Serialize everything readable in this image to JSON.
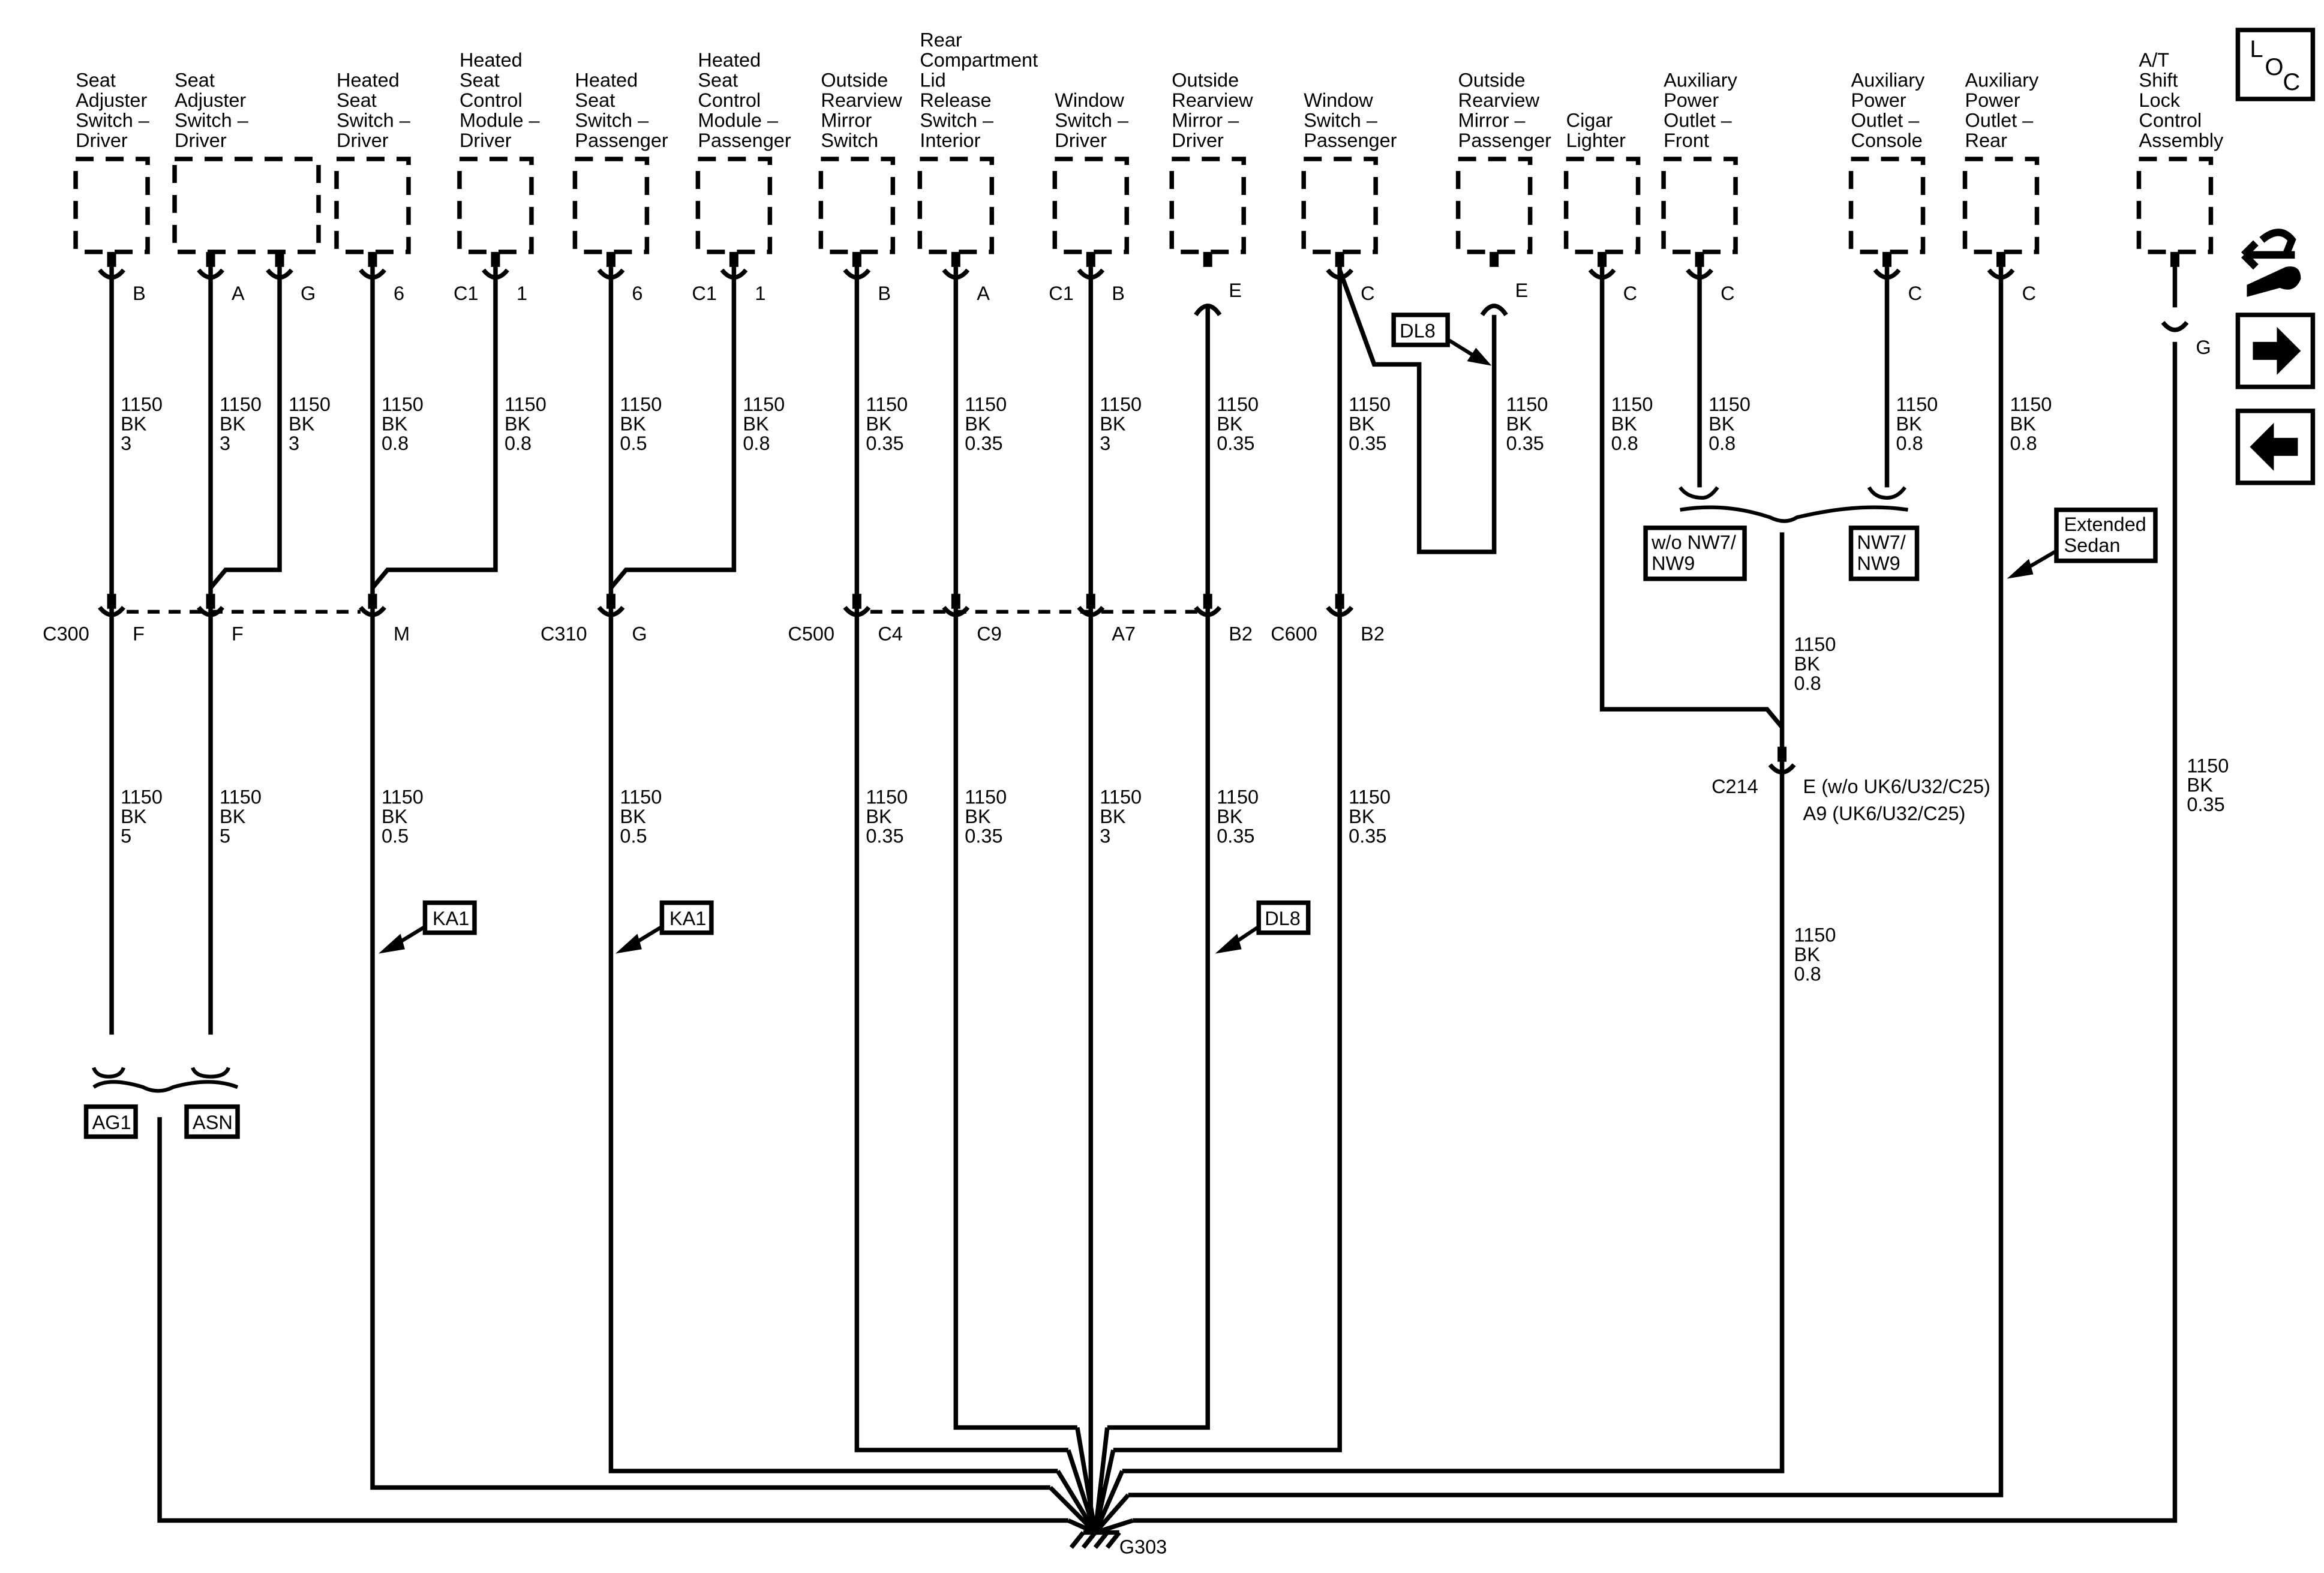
{
  "components": [
    {
      "id": "seat-adj-a",
      "lines": [
        "Seat",
        "Adjuster",
        "Switch –",
        "Driver"
      ]
    },
    {
      "id": "seat-adj-b",
      "lines": [
        "Seat",
        "Adjuster",
        "Switch –",
        "Driver"
      ]
    },
    {
      "id": "heated-seat-sw-drv",
      "lines": [
        "Heated",
        "Seat",
        "Switch –",
        "Driver"
      ]
    },
    {
      "id": "heated-seat-mod-drv",
      "lines": [
        "Heated",
        "Seat",
        "Control",
        "Module –",
        "Driver"
      ]
    },
    {
      "id": "heated-seat-sw-pass",
      "lines": [
        "Heated",
        "Seat",
        "Switch –",
        "Passenger"
      ]
    },
    {
      "id": "heated-seat-mod-pass",
      "lines": [
        "Heated",
        "Seat",
        "Control",
        "Module –",
        "Passenger"
      ]
    },
    {
      "id": "outside-mirror-sw",
      "lines": [
        "Outside",
        "Rearview",
        "Mirror",
        "Switch"
      ]
    },
    {
      "id": "rear-lid-release",
      "lines": [
        "Rear",
        "Compartment",
        "Lid",
        "Release",
        "Switch –",
        "Interior"
      ]
    },
    {
      "id": "window-sw-drv",
      "lines": [
        "Window",
        "Switch –",
        "Driver"
      ]
    },
    {
      "id": "outside-mirror-drv",
      "lines": [
        "Outside",
        "Rearview",
        "Mirror –",
        "Driver"
      ]
    },
    {
      "id": "window-sw-pass",
      "lines": [
        "Window",
        "Switch –",
        "Passenger"
      ]
    },
    {
      "id": "outside-mirror-pass",
      "lines": [
        "Outside",
        "Rearview",
        "Mirror –",
        "Passenger"
      ]
    },
    {
      "id": "cigar-lighter",
      "lines": [
        "Cigar",
        "Lighter"
      ]
    },
    {
      "id": "aux-outlet-front",
      "lines": [
        "Auxiliary",
        "Power",
        "Outlet –",
        "Front"
      ]
    },
    {
      "id": "aux-outlet-console",
      "lines": [
        "Auxiliary",
        "Power",
        "Outlet –",
        "Console"
      ]
    },
    {
      "id": "aux-outlet-rear",
      "lines": [
        "Auxiliary",
        "Power",
        "Outlet –",
        "Rear"
      ]
    },
    {
      "id": "at-shift-lock",
      "lines": [
        "A/T",
        "Shift",
        "Lock",
        "Control",
        "Assembly"
      ]
    }
  ],
  "pins": {
    "p1": "B",
    "p2": "A",
    "p3": "G",
    "p4": "6",
    "p5a": "C1",
    "p5b": "1",
    "p6": "6",
    "p7a": "C1",
    "p7b": "1",
    "p8": "B",
    "p9": "A",
    "p10a": "C1",
    "p10b": "B",
    "p11": "E",
    "p12": "C",
    "p13": "E",
    "p14": "C",
    "p15": "C",
    "p16": "C",
    "p17": "C",
    "p18": "G"
  },
  "wires_upper": [
    [
      "1150",
      "BK",
      "3"
    ],
    [
      "1150",
      "BK",
      "3"
    ],
    [
      "1150",
      "BK",
      "3"
    ],
    [
      "1150",
      "BK",
      "0.8"
    ],
    [
      "1150",
      "BK",
      "0.8"
    ],
    [
      "1150",
      "BK",
      "0.5"
    ],
    [
      "1150",
      "BK",
      "0.8"
    ],
    [
      "1150",
      "BK",
      "0.35"
    ],
    [
      "1150",
      "BK",
      "0.35"
    ],
    [
      "1150",
      "BK",
      "3"
    ],
    [
      "1150",
      "BK",
      "0.35"
    ],
    [
      "1150",
      "BK",
      "0.35"
    ],
    [
      "1150",
      "BK",
      "0.35"
    ],
    [
      "1150",
      "BK",
      "0.8"
    ],
    [
      "1150",
      "BK",
      "0.8"
    ],
    [
      "1150",
      "BK",
      "0.8"
    ],
    [
      "1150",
      "BK",
      "0.8"
    ]
  ],
  "wires_lower": [
    [
      "1150",
      "BK",
      "5"
    ],
    [
      "1150",
      "BK",
      "5"
    ],
    [
      "1150",
      "BK",
      "0.5"
    ],
    [
      "1150",
      "BK",
      "0.5"
    ],
    [
      "1150",
      "BK",
      "0.35"
    ],
    [
      "1150",
      "BK",
      "0.35"
    ],
    [
      "1150",
      "BK",
      "3"
    ],
    [
      "1150",
      "BK",
      "0.35"
    ],
    [
      "1150",
      "BK",
      "0.35"
    ]
  ],
  "wire_c214_in": [
    "1150",
    "BK",
    "0.8"
  ],
  "wire_c214_out": [
    "1150",
    "BK",
    "0.8"
  ],
  "wire_shift_lock": [
    "1150",
    "BK",
    "0.35"
  ],
  "connectors": {
    "c300": "C300",
    "c310": "C310",
    "c500": "C500",
    "c600": "C600",
    "c214": "C214",
    "pin_c300_a": "F",
    "pin_c300_b": "F",
    "pin_c300_c": "M",
    "pin_c310": "G",
    "pin_c500_a": "C4",
    "pin_c500_b": "C9",
    "pin_c500_c": "A7",
    "pin_c500_d": "B2",
    "pin_c600": "B2",
    "pin_c214_1": "E (w/o UK6/U32/C25)",
    "pin_c214_2": "A9 (UK6/U32/C25)"
  },
  "ground": "G303",
  "options": {
    "ka1_a": "KA1",
    "ka1_b": "KA1",
    "dl8_lower": "DL8",
    "dl8_upper": "DL8",
    "ag1": "AG1",
    "asn": "ASN",
    "wo_nw7_l1": "w/o NW7/",
    "wo_nw7_l2": "NW9",
    "nw7_l1": "NW7/",
    "nw7_l2": "NW9",
    "ext_l1": "Extended",
    "ext_l2": "Sedan"
  },
  "loc": {
    "l": "L",
    "o": "O",
    "c": "C"
  }
}
